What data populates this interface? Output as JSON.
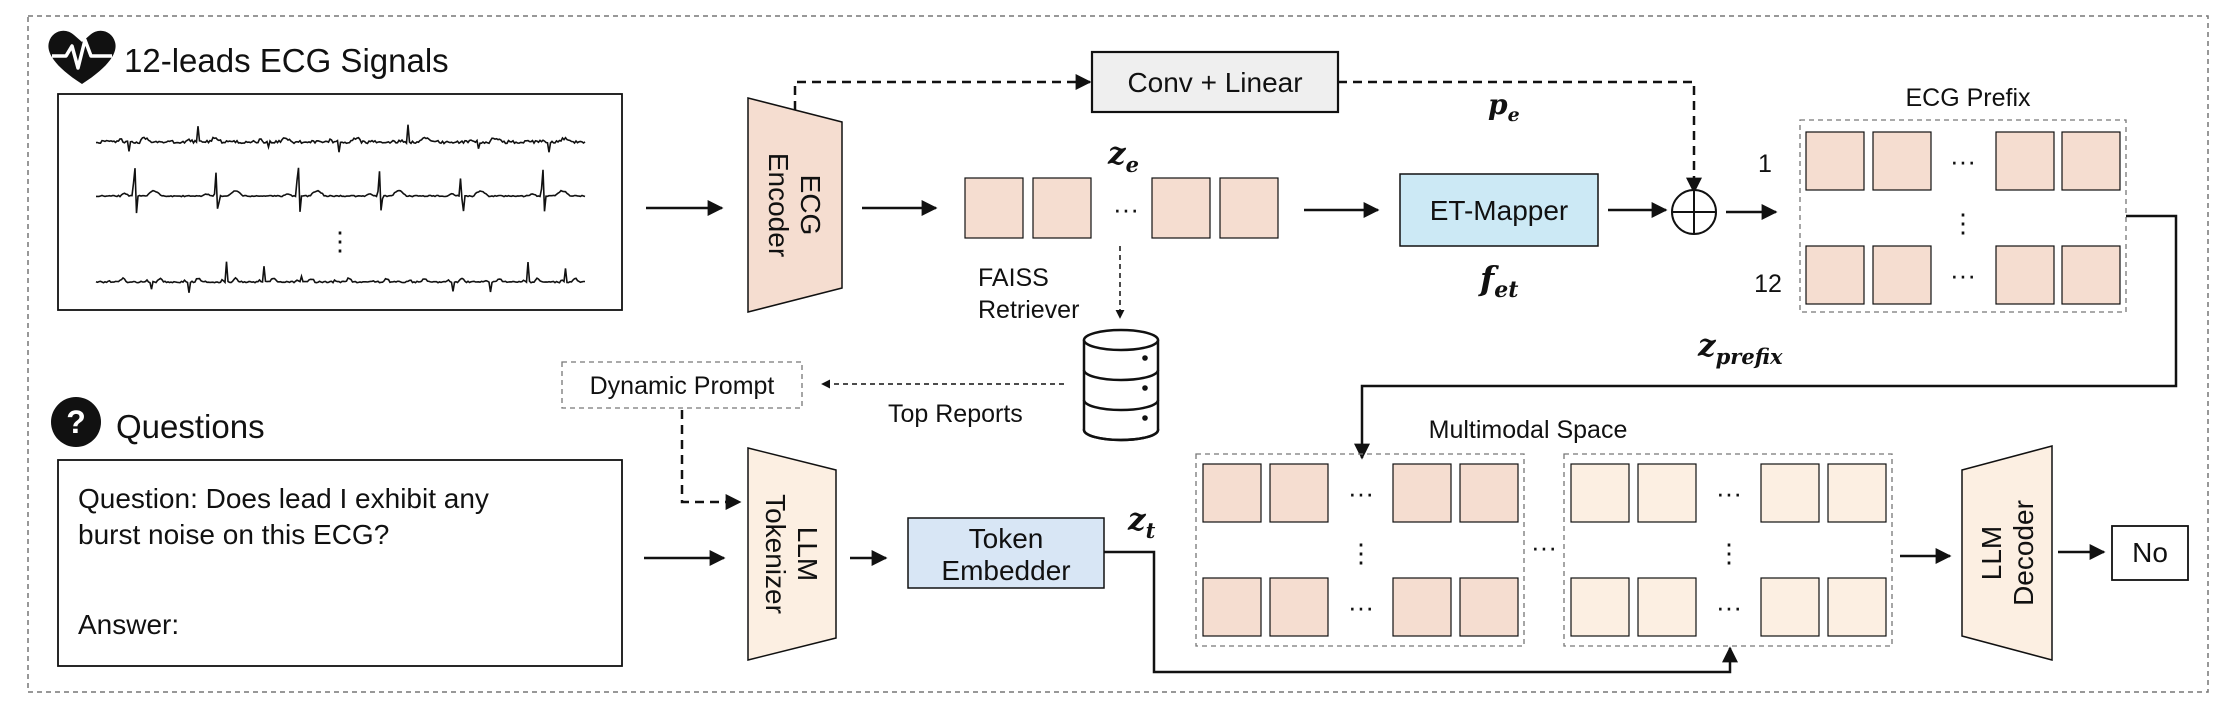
{
  "colors": {
    "encoder_fill": "#f5ddd0",
    "tokenizer_fill": "#fcefe2",
    "mapper_fill": "#cce9f5",
    "embedder_fill": "#d8e6f5",
    "ecg_token_fill": "#f5ddd0",
    "text_token_fill": "#fcefe2",
    "conv_fill": "#efefef",
    "line": "#111111",
    "dashed_border": "#777777"
  },
  "icons": {
    "ecg": "heart-pulse-icon",
    "question": "question-circle-icon",
    "database": "database-icon",
    "sum": "circled-plus-icon"
  },
  "signals": {
    "title": "12-leads ECG Signals",
    "ellipsis": "⋮"
  },
  "questions": {
    "title": "Questions",
    "question_label": "Question",
    "question_text": ": Does lead I exhibit any",
    "question_text_2": "burst noise on this ECG?",
    "answer_label": "Answer:"
  },
  "encoder": {
    "line1": "ECG",
    "line2": "Encoder"
  },
  "conv_linear": {
    "label": "Conv + Linear"
  },
  "p_e": {
    "base": "p",
    "sub": "e"
  },
  "z_e": {
    "base": "z",
    "sub": "e"
  },
  "ellipsis_h": "···",
  "ellipsis_v": "⋮",
  "et_mapper": {
    "label": "ET-Mapper"
  },
  "f_et": {
    "base": "f",
    "sub": "et"
  },
  "faiss": {
    "line1": "FAISS",
    "line2": "Retriever"
  },
  "ecg_prefix": {
    "title": "ECG Prefix",
    "row_first": "1",
    "row_last": "12"
  },
  "z_prefix": {
    "base": "z",
    "sub": "prefix"
  },
  "dynamic_prompt": {
    "label": "Dynamic Prompt"
  },
  "top_reports": {
    "label": "Top Reports"
  },
  "llm_tokenizer": {
    "line1": "LLM",
    "line2": "Tokenizer"
  },
  "token_embedder": {
    "line1": "Token",
    "line2": "Embedder"
  },
  "z_t": {
    "base": "z",
    "sub": "t"
  },
  "multimodal": {
    "title": "Multimodal Space"
  },
  "llm_decoder": {
    "line1": "LLM",
    "line2": "Decoder"
  },
  "output": {
    "label": "No"
  }
}
